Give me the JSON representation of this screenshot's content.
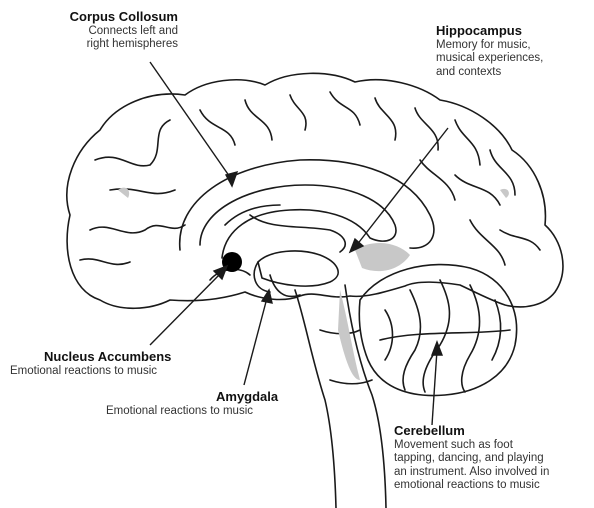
{
  "labels": {
    "corpus": {
      "title": "Corpus Collosum",
      "desc": "Connects left and\nright hemispheres"
    },
    "hippocampus": {
      "title": "Hippocampus",
      "desc": "Memory for music,\nmusical experiences,\nand contexts"
    },
    "nucleus": {
      "title": "Nucleus Accumbens",
      "desc": "Emotional reactions to music"
    },
    "amygdala": {
      "title": "Amygdala",
      "desc": "Emotional reactions to music"
    },
    "cerebellum": {
      "title": "Cerebellum",
      "desc": "Movement such as foot\ntapping, dancing, and playing\nan instrument. Also involved in\nemotional reactions to music"
    }
  },
  "colors": {
    "line": "#1a1a1a",
    "shade": "#c8c8c8",
    "marker": "#000000"
  }
}
